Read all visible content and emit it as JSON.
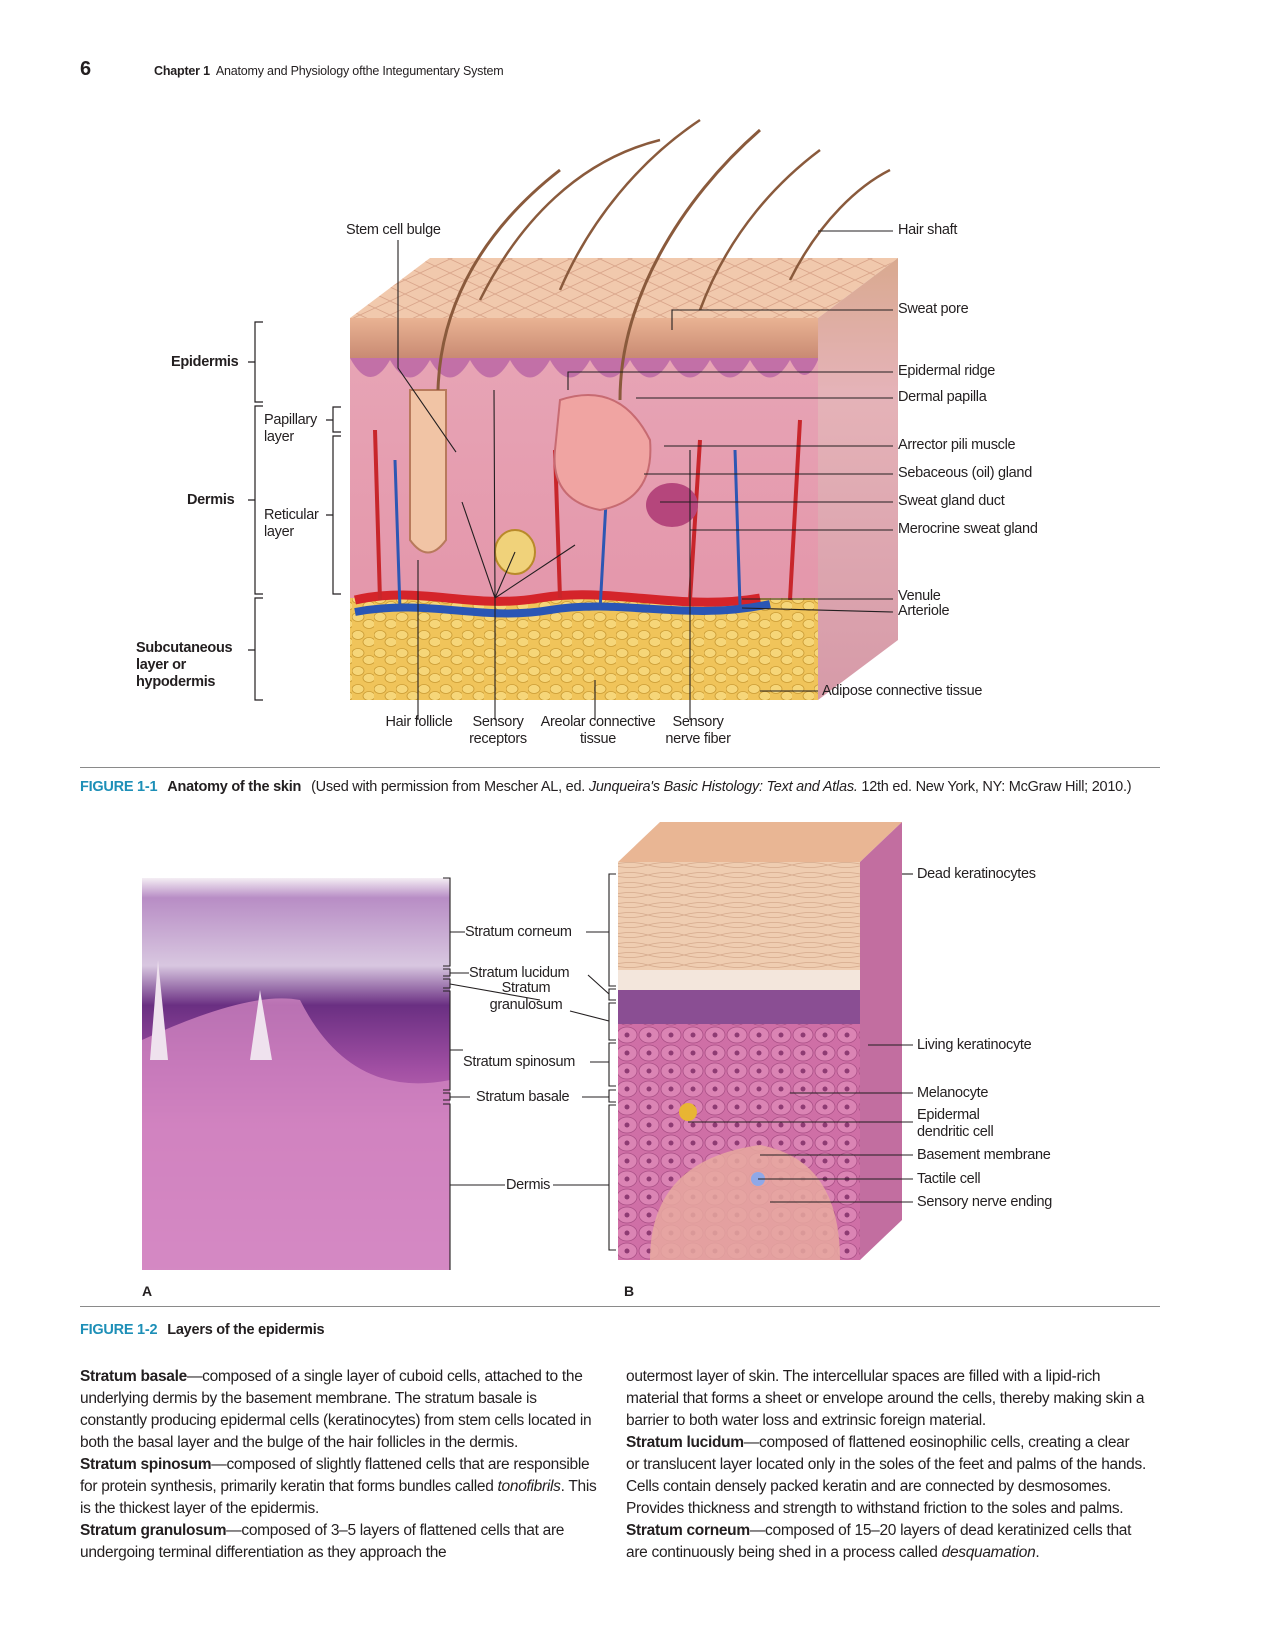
{
  "header": {
    "page_number": "6",
    "chapter_label": "Chapter 1",
    "chapter_title": "Anatomy and Physiology ofthe Integumentary System"
  },
  "figure1": {
    "labels": {
      "stem_cell_bulge": "Stem cell bulge",
      "hair_shaft": "Hair shaft",
      "sweat_pore": "Sweat pore",
      "epidermal_ridge": "Epidermal ridge",
      "dermal_papilla": "Dermal papilla",
      "arrector_pili": "Arrector pili muscle",
      "sebaceous_gland": "Sebaceous (oil) gland",
      "sweat_gland_duct": "Sweat gland duct",
      "merocrine_gland": "Merocrine sweat gland",
      "venule": "Venule",
      "arteriole": "Arteriole",
      "adipose": "Adipose connective tissue",
      "hair_follicle": "Hair follicle",
      "sensory_receptors": "Sensory receptors",
      "areolar": "Areolar connective tissue",
      "sensory_nerve_fiber": "Sensory nerve fiber",
      "epidermis": "Epidermis",
      "dermis": "Dermis",
      "papillary_layer": "Papillary layer",
      "reticular_layer": "Reticular layer",
      "subcutaneous": "Subcutaneous layer or hypodermis"
    },
    "caption": {
      "number": "FIGURE 1-1",
      "title": "Anatomy of the skin",
      "text_before": "(Used with permission from Mescher AL, ed.",
      "source_title": "Junqueira's Basic Histology: Text and Atlas.",
      "text_after": "12th ed. New York, NY: McGraw Hill; 2010.)"
    }
  },
  "figure2": {
    "labels": {
      "stratum_corneum": "Stratum corneum",
      "stratum_lucidum": "Stratum lucidum",
      "stratum_granulosum": "Stratum granulosum",
      "stratum_spinosum": "Stratum spinosum",
      "stratum_basale": "Stratum basale",
      "dermis": "Dermis",
      "dead_keratinocytes": "Dead keratinocytes",
      "living_keratinocyte": "Living keratinocyte",
      "melanocyte": "Melanocyte",
      "epidermal_dendritic": "Epidermal dendritic cell",
      "basement_membrane": "Basement membrane",
      "tactile_cell": "Tactile cell",
      "sensory_nerve_ending": "Sensory nerve ending",
      "panel_a": "A",
      "panel_b": "B"
    },
    "caption": {
      "number": "FIGURE 1-2",
      "title": "Layers of the epidermis"
    }
  },
  "body": {
    "basale_term": "Stratum basale",
    "basale_text": "—composed of a single layer of cuboid cells, attached to the underlying dermis by the basement membrane. The stratum basale is constantly producing epidermal cells (keratinocytes) from stem cells located in both the basal layer and the bulge of the hair follicles in the dermis.",
    "spinosum_term": "Stratum spinosum",
    "spinosum_text": "—composed of slightly flattened cells that are responsible for protein synthesis, primarily keratin that forms bundles called",
    "spinosum_italic": "tonofibrils",
    "spinosum_text2": ". This is the thickest layer of the epidermis.",
    "granulosum_term": "Stratum granulosum",
    "granulosum_text": "—composed of 3–5 layers of flattened cells that are undergoing terminal differentiation as they approach the",
    "col2_start": "outermost layer of skin. The intercellular spaces are filled with a lipid-rich material that forms a sheet or envelope around the cells, thereby making skin a barrier to both water loss and extrinsic foreign material.",
    "lucidum_term": "Stratum lucidum",
    "lucidum_text": "—composed of flattened eosinophilic cells, creating a clear or translucent layer located only in the soles of the feet and palms of the hands. Cells contain densely packed keratin and are connected by desmosomes. Provides thickness and strength to withstand friction to the soles and palms.",
    "corneum_term": "Stratum corneum",
    "corneum_text": "—composed of 15–20 layers of dead keratinized cells that are continuously being shed in a process called",
    "corneum_italic": "desquamation",
    "corneum_end": "."
  }
}
